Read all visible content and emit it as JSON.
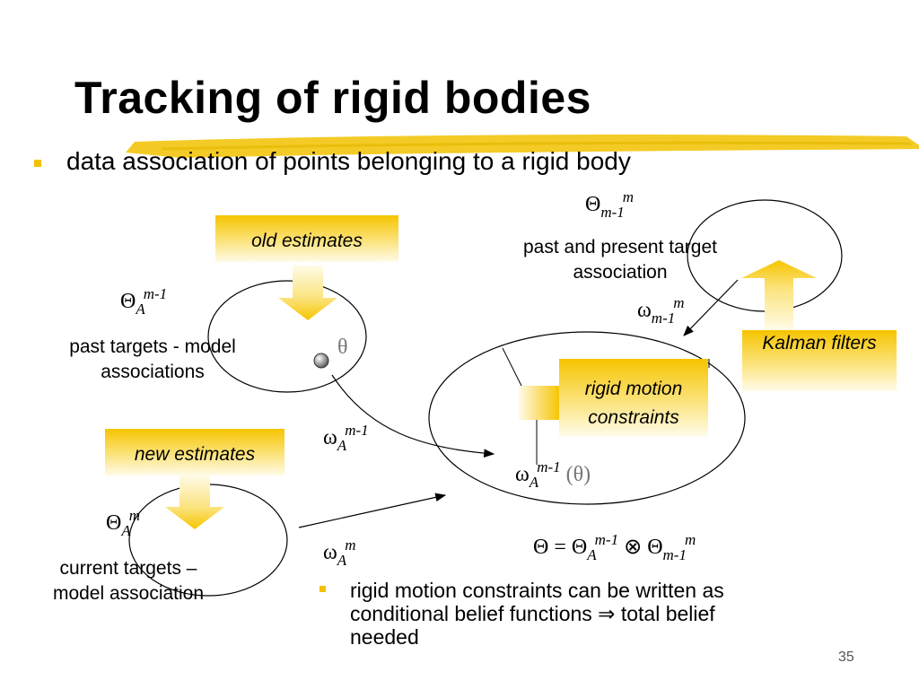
{
  "slide": {
    "title": "Tracking of rigid bodies",
    "bullet_top": "data association of points belonging to a rigid body",
    "box_old": "old estimates",
    "box_new": "new estimates",
    "box_rigid": [
      "rigid motion",
      "constraints"
    ],
    "box_kalman": "Kalman filters",
    "label_past_targets": [
      "past targets - model",
      "associations"
    ],
    "label_current_targets": [
      "current targets –",
      "model association"
    ],
    "label_past_present": [
      "past and present target",
      "association"
    ],
    "sym_theta_A_m1": {
      "base": "Θ",
      "sub": "A",
      "sup": "m-1"
    },
    "sym_theta_A_m": {
      "base": "Θ",
      "sub": "A",
      "sup": "m"
    },
    "sym_theta_m1_m": {
      "base": "Θ",
      "sub": "m-1",
      "sup": "m"
    },
    "sym_theta_small": "θ",
    "sym_omega_m1_m": {
      "base": "ω",
      "sub": "m-1",
      "sup": "m"
    },
    "sym_omega_A_m1": {
      "base": "ω",
      "sub": "A",
      "sup": "m-1"
    },
    "sym_omega_A_m1_theta": {
      "base": "ω",
      "sub": "A",
      "sup": "m-1",
      "arg": "(θ)"
    },
    "sym_omega_A_m": {
      "base": "ω",
      "sub": "A",
      "sup": "m"
    },
    "equation": {
      "lhs": "Θ",
      "eq": "=",
      "t1": "Θ",
      "t1_sub": "A",
      "t1_sup": "m-1",
      "op": "⊗",
      "t2": "Θ",
      "t2_sub": "m-1",
      "t2_sup": "m"
    },
    "bullet_bottom": [
      "rigid motion constraints can be written as",
      "conditional belief functions ⇒ total belief",
      "needed"
    ],
    "page_number": "35"
  },
  "colors": {
    "accent": "#f2c200",
    "box_top": "#f6c400",
    "box_bottom": "#fffbe8",
    "arrow": "#f6c400"
  }
}
